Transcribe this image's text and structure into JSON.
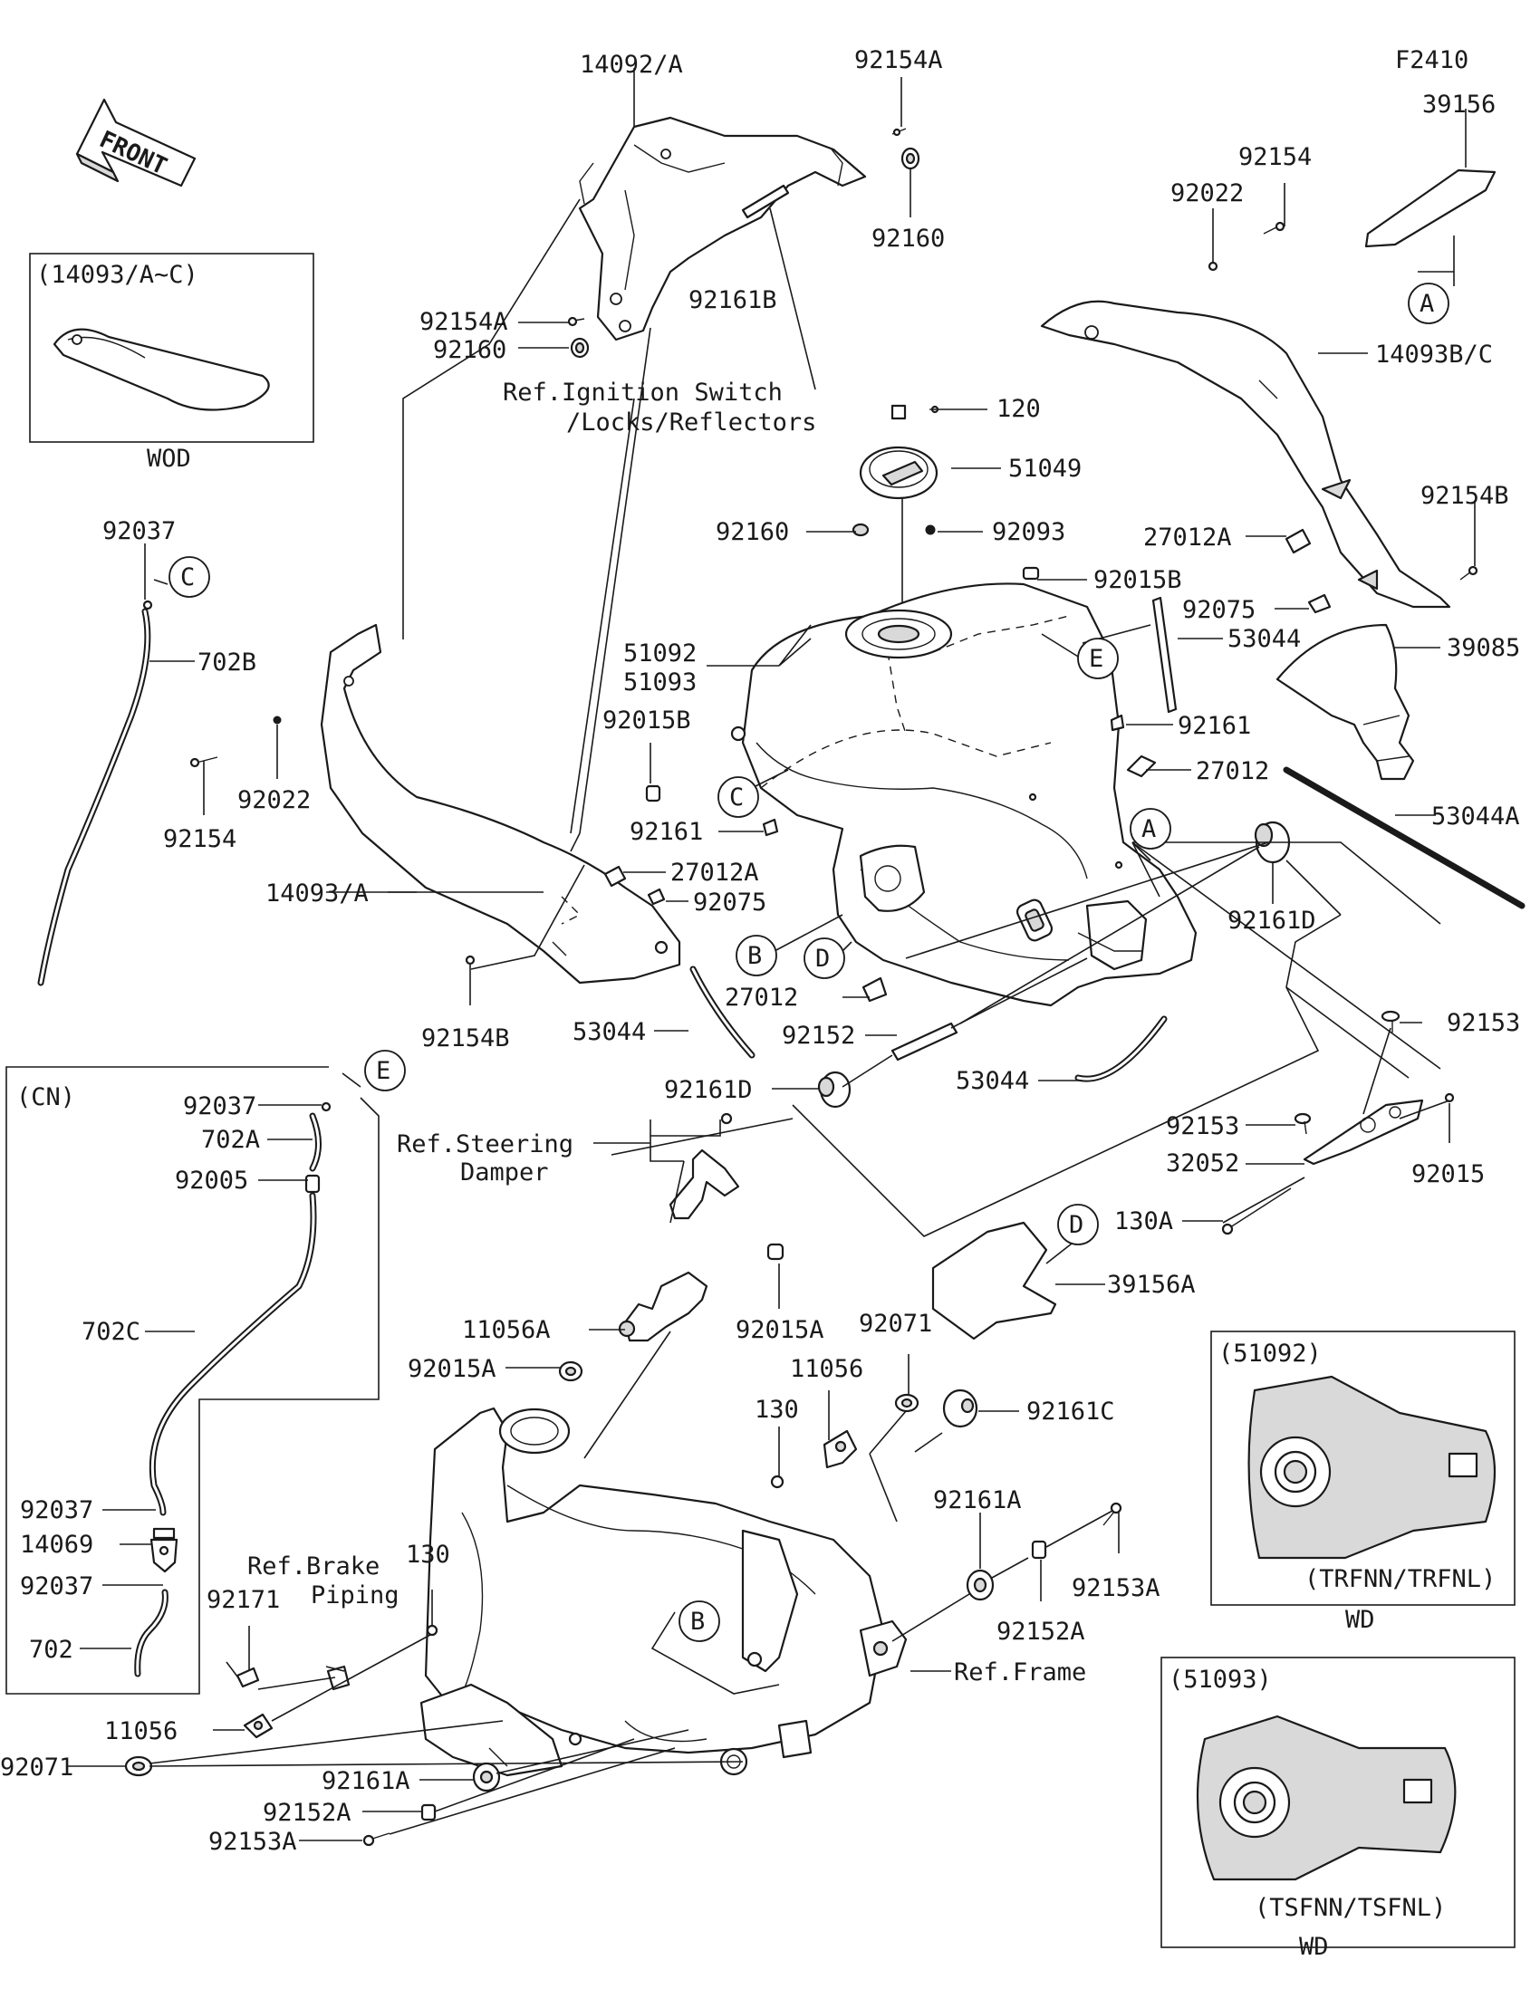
{
  "diagram_id": "F2410",
  "front_arrow_text": "FRONT",
  "inset_boxes": {
    "wod": {
      "header": "(14093/A~C)",
      "caption": "WOD"
    },
    "cn": {
      "header": "(CN)"
    },
    "wd_51092": {
      "header": "(51092)",
      "variant": "(TRFNN/TRFNL)",
      "caption": "WD"
    },
    "wd_51093": {
      "header": "(51093)",
      "variant": "(TSFNN/TSFNL)",
      "caption": "WD"
    }
  },
  "references": {
    "ignition_line1": "Ref.Ignition Switch",
    "ignition_line2": "/Locks/Reflectors",
    "steering_line1": "Ref.Steering",
    "steering_line2": "Damper",
    "brake_line1": "Ref.Brake",
    "brake_line2": "Piping",
    "frame": "Ref.Frame"
  },
  "callout_letters": {
    "A": "A",
    "B": "B",
    "C": "C",
    "D": "D",
    "E": "E"
  },
  "part_labels": {
    "p14092A": "14092/A",
    "p92154A_top": "92154A",
    "p92160_top": "92160",
    "p92161B": "92161B",
    "p92154A_left": "92154A",
    "p92160_left": "92160",
    "p39156": "39156",
    "p92154_r": "92154",
    "p92022_r": "92022",
    "p14093BC": "14093B/C",
    "p120": "120",
    "p51049": "51049",
    "p92160_mid": "92160",
    "p92093": "92093",
    "p27012A_r": "27012A",
    "p92154B_r": "92154B",
    "p92015B_top": "92015B",
    "p92075_r": "92075",
    "p53044_top": "53044",
    "p39085": "39085",
    "p92037_top": "92037",
    "p702B": "702B",
    "p51092": "51092",
    "p51093": "51093",
    "p92015B_mid": "92015B",
    "p92161_r": "92161",
    "p27012_r": "27012",
    "p53044A": "53044A",
    "p92154_l": "92154",
    "p92022_l": "92022",
    "p92161_mid": "92161",
    "p27012A_l": "27012A",
    "p14093A": "14093/A",
    "p92075_l": "92075",
    "p92161D_r": "92161D",
    "p27012_mid": "27012",
    "p92154B_l": "92154B",
    "p53044_mid": "53044",
    "p92152": "92152",
    "p53044_low": "53044",
    "p92153_r": "92153",
    "p92037_cn1": "92037",
    "p702A": "702A",
    "p92161D_l": "92161D",
    "p92005": "92005",
    "p92153_mid": "92153",
    "p32052": "32052",
    "p92015": "92015",
    "p130A": "130A",
    "p39156A": "39156A",
    "p702C": "702C",
    "p11056A": "11056A",
    "p92015A_r": "92015A",
    "p92071_r": "92071",
    "p92015A_l": "92015A",
    "p11056_r": "11056",
    "p130_r": "130",
    "p92161C": "92161C",
    "p92037_cn2": "92037",
    "p14069": "14069",
    "p92037_cn3": "92037",
    "p702": "702",
    "p92161A_r": "92161A",
    "p92153A_r": "92153A",
    "p92152A_r": "92152A",
    "p92171": "92171",
    "p130_l": "130",
    "p11056_l": "11056",
    "p92071_l": "92071",
    "p92161A_l": "92161A",
    "p92152A_l": "92152A",
    "p92153A_l": "92153A"
  }
}
